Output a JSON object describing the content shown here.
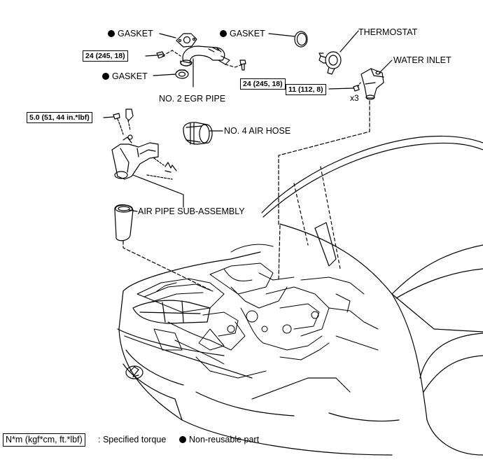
{
  "labels": {
    "gasket_1": "GASKET",
    "gasket_2": "GASKET",
    "gasket_3": "GASKET",
    "thermostat": "THERMOSTAT",
    "water_inlet": "WATER INLET",
    "no2_egr_pipe": "NO. 2 EGR PIPE",
    "no4_air_hose": "NO. 4 AIR HOSE",
    "air_pipe_sub_assembly": "AIR PIPE SUB-ASSEMBLY",
    "x3": "x3"
  },
  "torques": {
    "egr_left": "24 (245, 18)",
    "egr_right": "24 (245, 18)",
    "water_inlet": "11 (112, 8)",
    "air_pipe": "5.0 (51, 44 in.*lbf)"
  },
  "legend": {
    "torque_unit": "N*m (kgf*cm, ft.*lbf)",
    "torque_desc": ": Specified torque",
    "non_reusable": "Non-reusable part"
  }
}
